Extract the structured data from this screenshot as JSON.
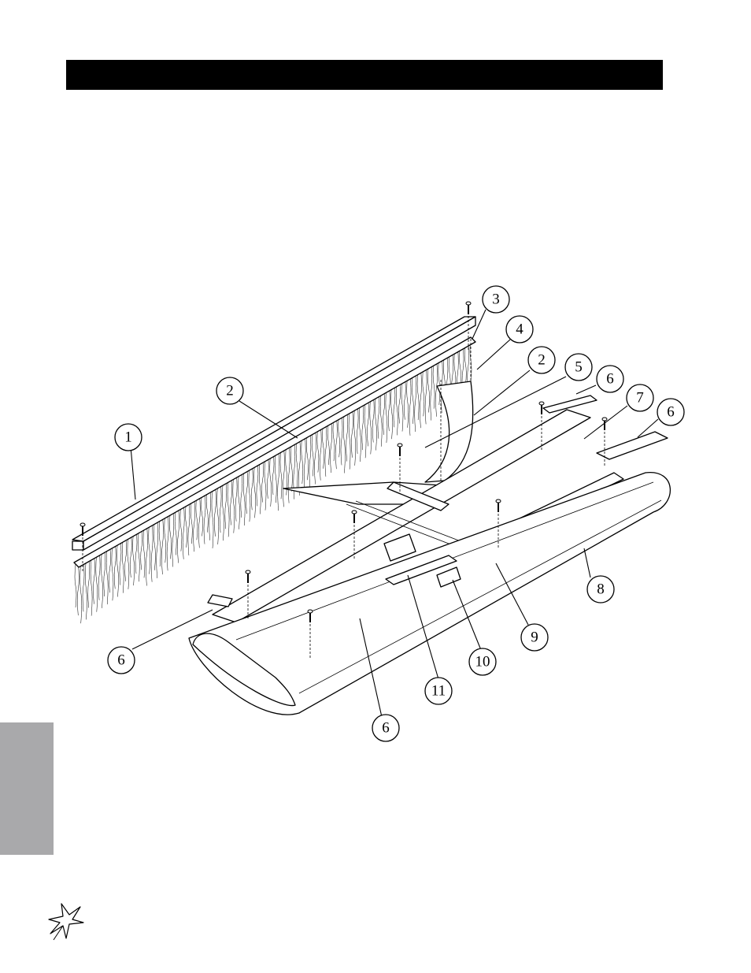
{
  "callouts": [
    {
      "id": "c1",
      "label": "1"
    },
    {
      "id": "c2a",
      "label": "2"
    },
    {
      "id": "c3",
      "label": "3"
    },
    {
      "id": "c4",
      "label": "4"
    },
    {
      "id": "c2b",
      "label": "2"
    },
    {
      "id": "c5",
      "label": "5"
    },
    {
      "id": "c6a",
      "label": "6"
    },
    {
      "id": "c7",
      "label": "7"
    },
    {
      "id": "c6b",
      "label": "6"
    },
    {
      "id": "c8",
      "label": "8"
    },
    {
      "id": "c6c",
      "label": "6"
    },
    {
      "id": "c9",
      "label": "9"
    },
    {
      "id": "c10",
      "label": "10"
    },
    {
      "id": "c11",
      "label": "11"
    },
    {
      "id": "c6d",
      "label": "6"
    }
  ],
  "colors": {
    "header_bar": "#000000",
    "side_tab": "#a9a9ab"
  },
  "icons": {
    "logo": "star-burst-logo"
  }
}
